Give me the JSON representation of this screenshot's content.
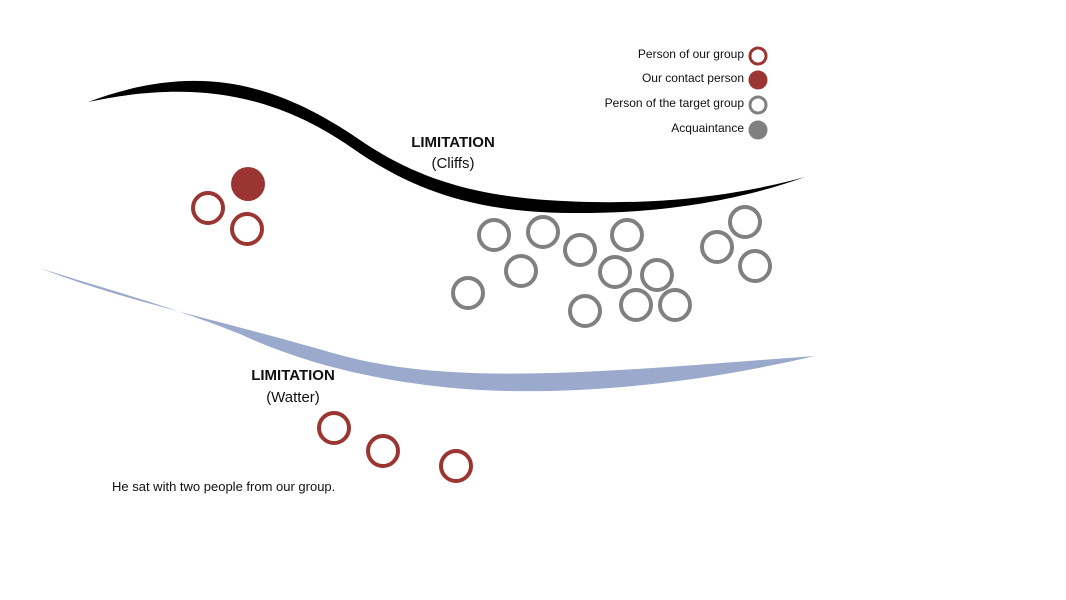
{
  "colors": {
    "our_group": "#9b3531",
    "target_group": "#808080",
    "cliff": "#000000",
    "water": "#9aa9cc"
  },
  "legend": {
    "our_group_label": "Person of our group",
    "contact_label": "Our contact person",
    "target_label": "Person of the target group",
    "acquaintance_label": "Acquaintance"
  },
  "cliffs": {
    "title": "LIMITATION",
    "subtitle": "(Cliffs)"
  },
  "water": {
    "title": "LIMITATION",
    "subtitle": "(Watter)"
  },
  "caption": "He sat with two people from our group."
}
